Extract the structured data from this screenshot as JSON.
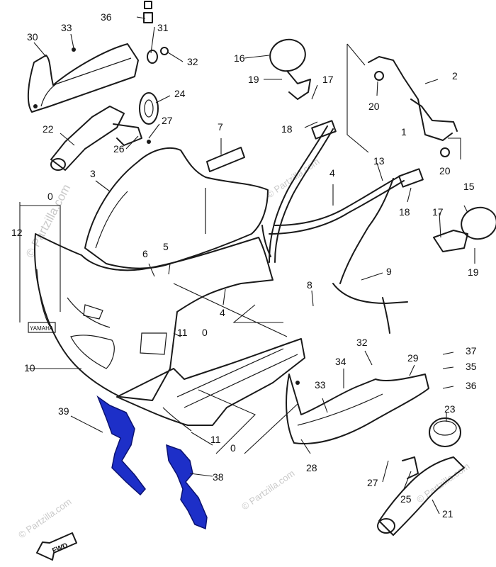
{
  "watermarks": {
    "copyright_vertical": "© Partzilla.com",
    "tiles": [
      "© Partzilla.com",
      "© Partzilla.com",
      "© Partzilla.com",
      "© Partzilla.com"
    ]
  },
  "callouts": {
    "c1": "1",
    "c2": "2",
    "c3": "3",
    "c4a": "4",
    "c4b": "4",
    "c5": "5",
    "c6": "6",
    "c7": "7",
    "c8": "8",
    "c9": "9",
    "c10": "0",
    "c10b": "10",
    "c11a": "11",
    "c11b": "11",
    "c12": "12",
    "c13": "13",
    "c15": "15",
    "c16": "16",
    "c17a": "17",
    "c17b": "17",
    "c18a": "18",
    "c18b": "18",
    "c19a": "19",
    "c19b": "19",
    "c20a": "20",
    "c20b": "20",
    "c21": "21",
    "c22": "22",
    "c23": "23",
    "c24": "24",
    "c25": "25",
    "c26": "26",
    "c27a": "27",
    "c27b": "27",
    "c28": "28",
    "c29": "29",
    "c30": "30",
    "c31": "31",
    "c32a": "32",
    "c32b": "32",
    "c33a": "33",
    "c33b": "33",
    "c34": "34",
    "c35": "35",
    "c36a": "36",
    "c36b": "36",
    "c37": "37",
    "c38": "38",
    "c39": "39",
    "c0a": "0",
    "c0b": "0"
  },
  "decals": {
    "yamaha": "YAMAHA"
  },
  "direction": {
    "fwd": "FWD"
  },
  "colors": {
    "highlight": "#1d2fc8",
    "ink": "#1a1a1a",
    "watermark": "#c9c9c9"
  }
}
